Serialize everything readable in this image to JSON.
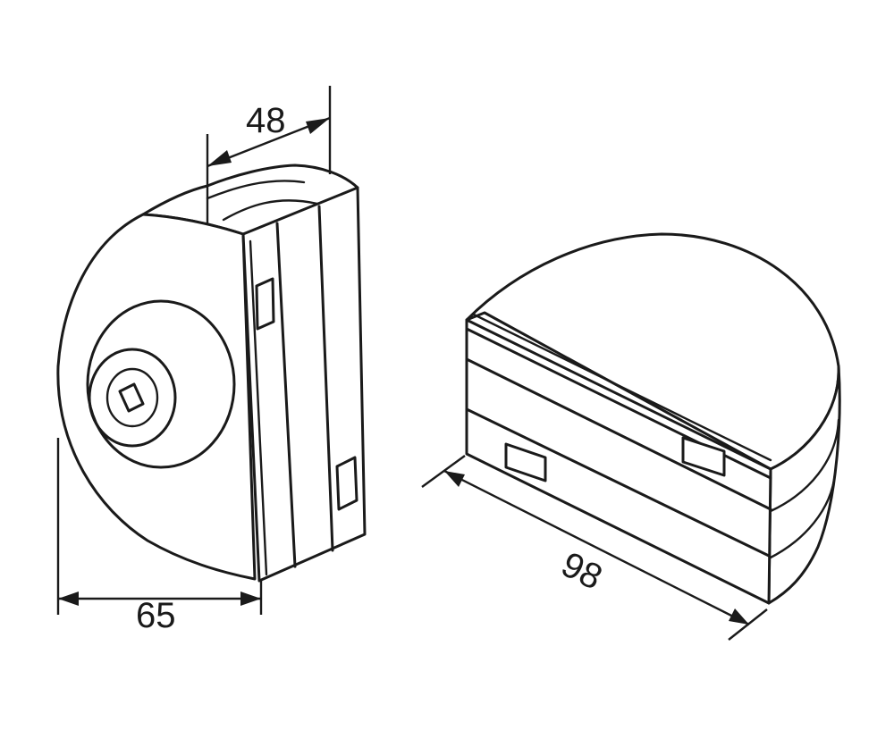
{
  "dimensions": {
    "depth": "48",
    "width": "65",
    "length": "98"
  }
}
